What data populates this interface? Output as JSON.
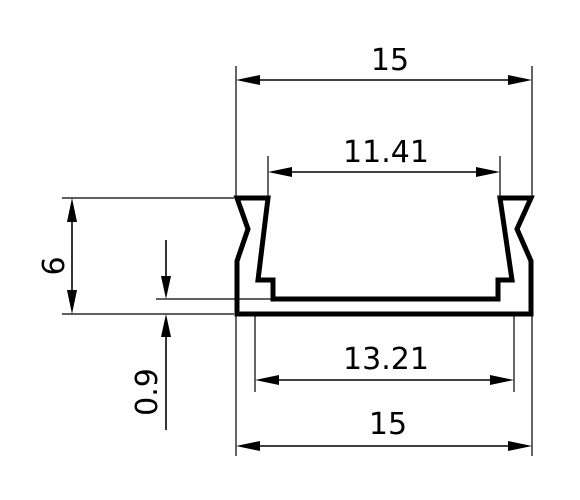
{
  "dimensions": {
    "top_width": "15",
    "inner_top_width": "11.41",
    "inner_bottom_width": "13.21",
    "bottom_width": "15",
    "height": "6",
    "base_thickness": "0.9"
  }
}
